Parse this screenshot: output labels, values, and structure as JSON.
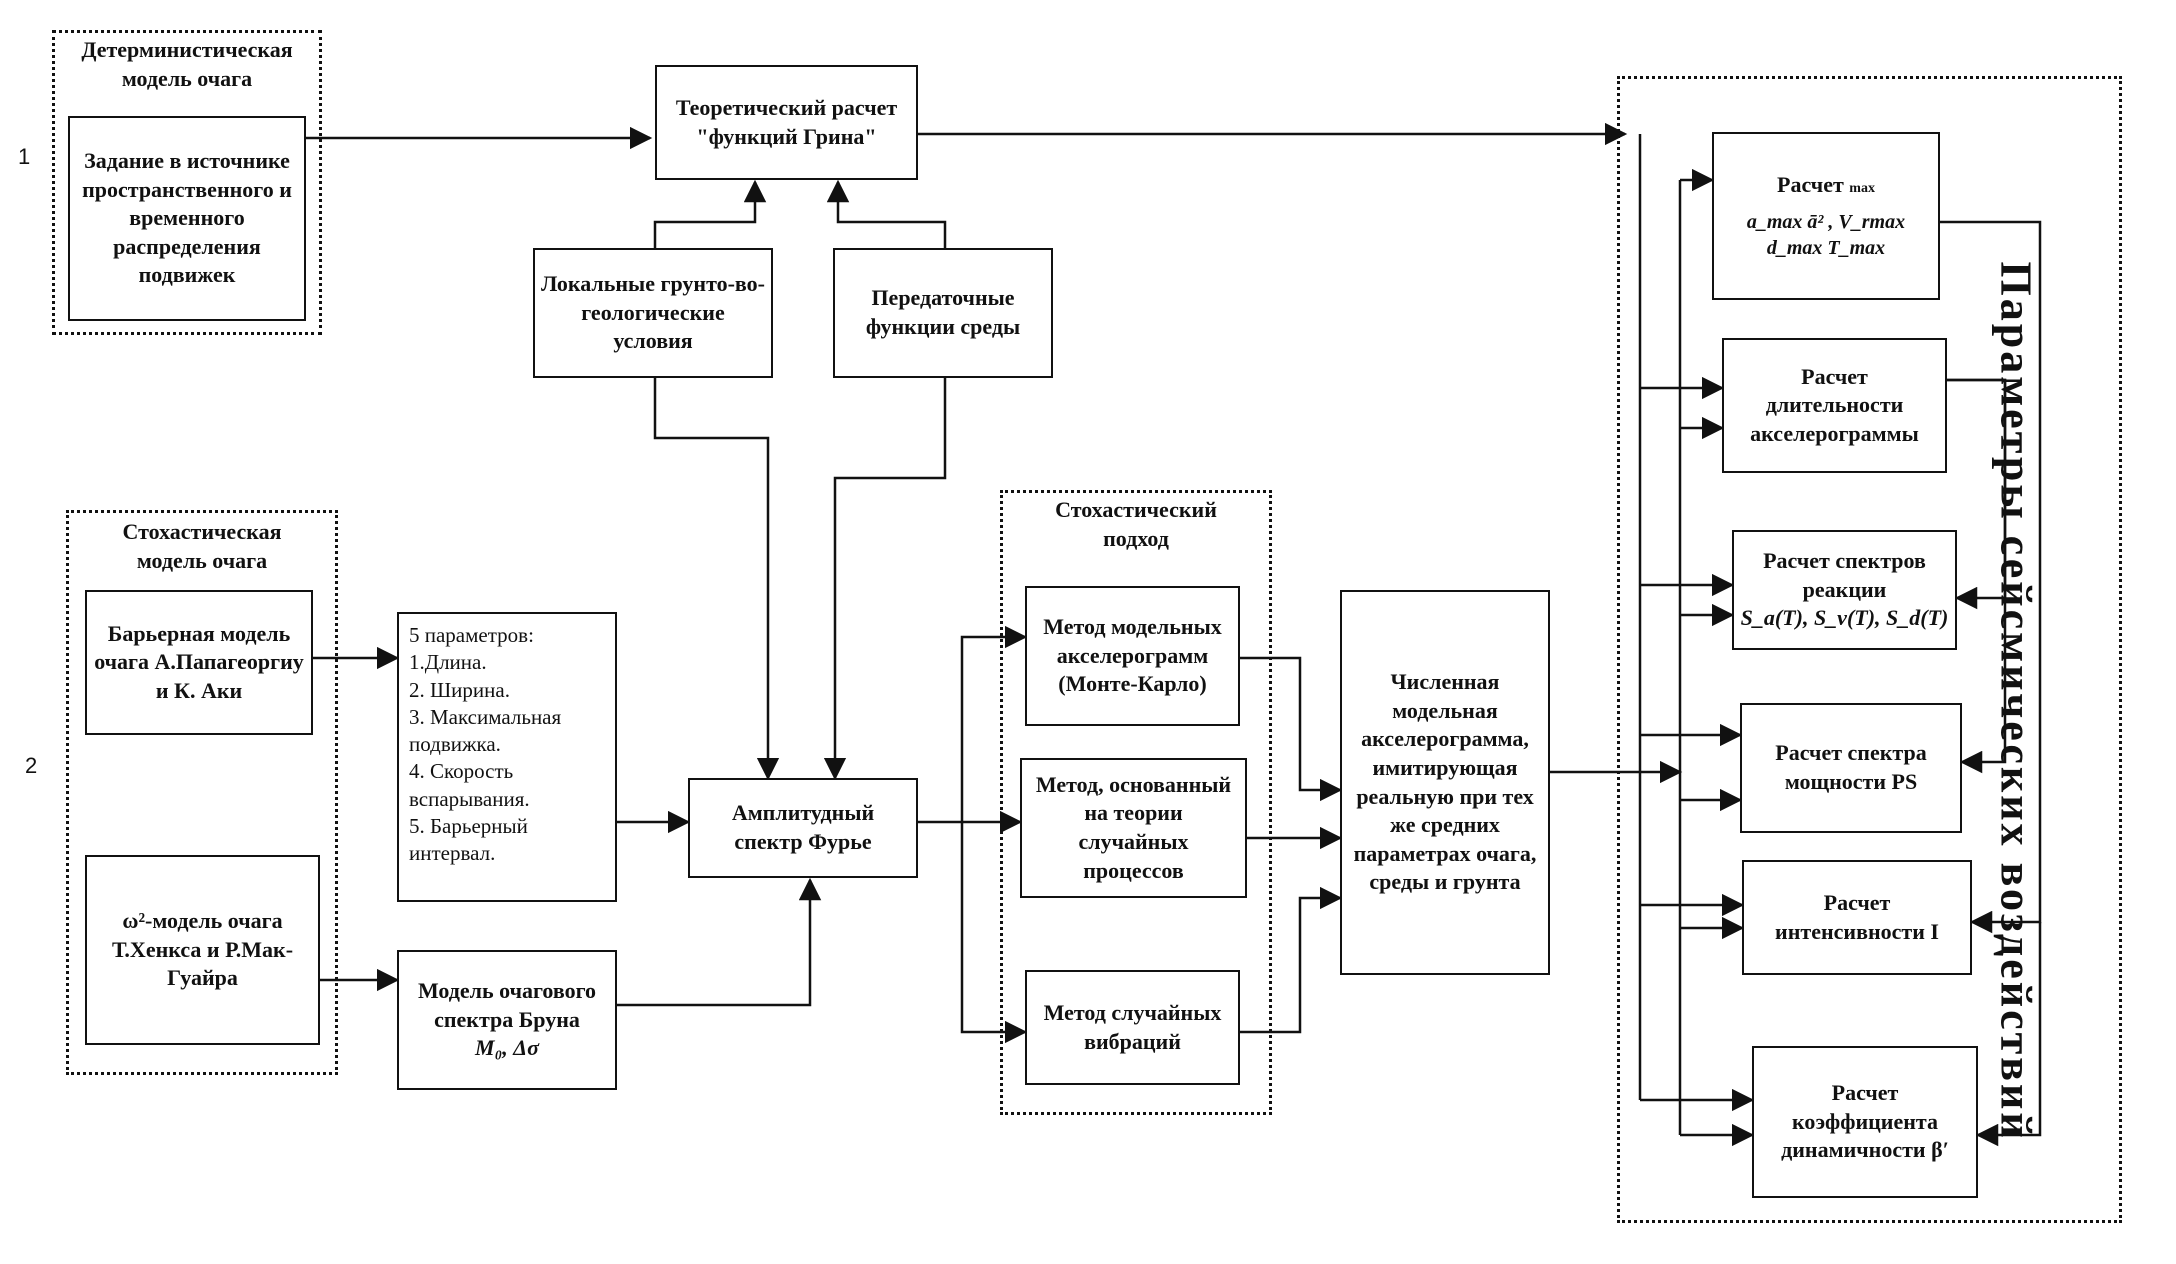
{
  "row_labels": [
    "1",
    "2"
  ],
  "groups": {
    "deterministic": "Детерминистическая модель очага",
    "stochastic_model": "Стохастическая модель очага",
    "stochastic_approach": "Стохастический подход"
  },
  "side_title": "Параметры сейсмических воздействий",
  "nodes": {
    "source_distribution": "Задание в источнике пространственного и временного распределения подвижек",
    "green_functions": "Теоретический расчет \"функций Грина\"",
    "local_conditions": "Локальные грунто-во-геологические условия",
    "transfer_functions": "Передаточные функции среды",
    "barrier_model": "Барьерная модель очага А.Папагеоргиу и К. Аки",
    "five_params_title": "5 параметров:",
    "five_params": [
      "1.Длина.",
      "2. Ширина.",
      "3. Максимальная подвижка.",
      "4. Скорость вспарывания.",
      "5. Барьерный интервал."
    ],
    "omega_model": "ω²-модель очага Т.Хенкса и Р.Мак-Гуайра",
    "brune_model": "Модель очагового спектра Бруна",
    "brune_params": "M₀, Δσ",
    "fourier": "Амплитудный спектр Фурье",
    "monte_carlo": "Метод модельных акселерограмм (Монте-Карло)",
    "random_processes": "Метод, основанный на теории случайных процессов",
    "random_vibrations": "Метод случайных вибраций",
    "numeric_accel": "Численная модельная акселерограмма, имитирующая реальную при тех же средних параметрах очага, среды и грунта",
    "calc_max_title": "Расчет",
    "calc_max_sub": "max",
    "calc_max_line1": "a_max  ā²  , V_rmax",
    "calc_max_line2": "d_max T_max",
    "calc_duration": "Расчет длительности акселерограммы",
    "calc_response_title": "Расчет спектров реакции",
    "calc_response_formula": "S_a(T), S_v(T), S_d(T)",
    "calc_power": "Расчет спектра мощности PS",
    "calc_intensity": "Расчет интенсивности I",
    "calc_dynamic": "Расчет коэффициента динамичности β′"
  }
}
